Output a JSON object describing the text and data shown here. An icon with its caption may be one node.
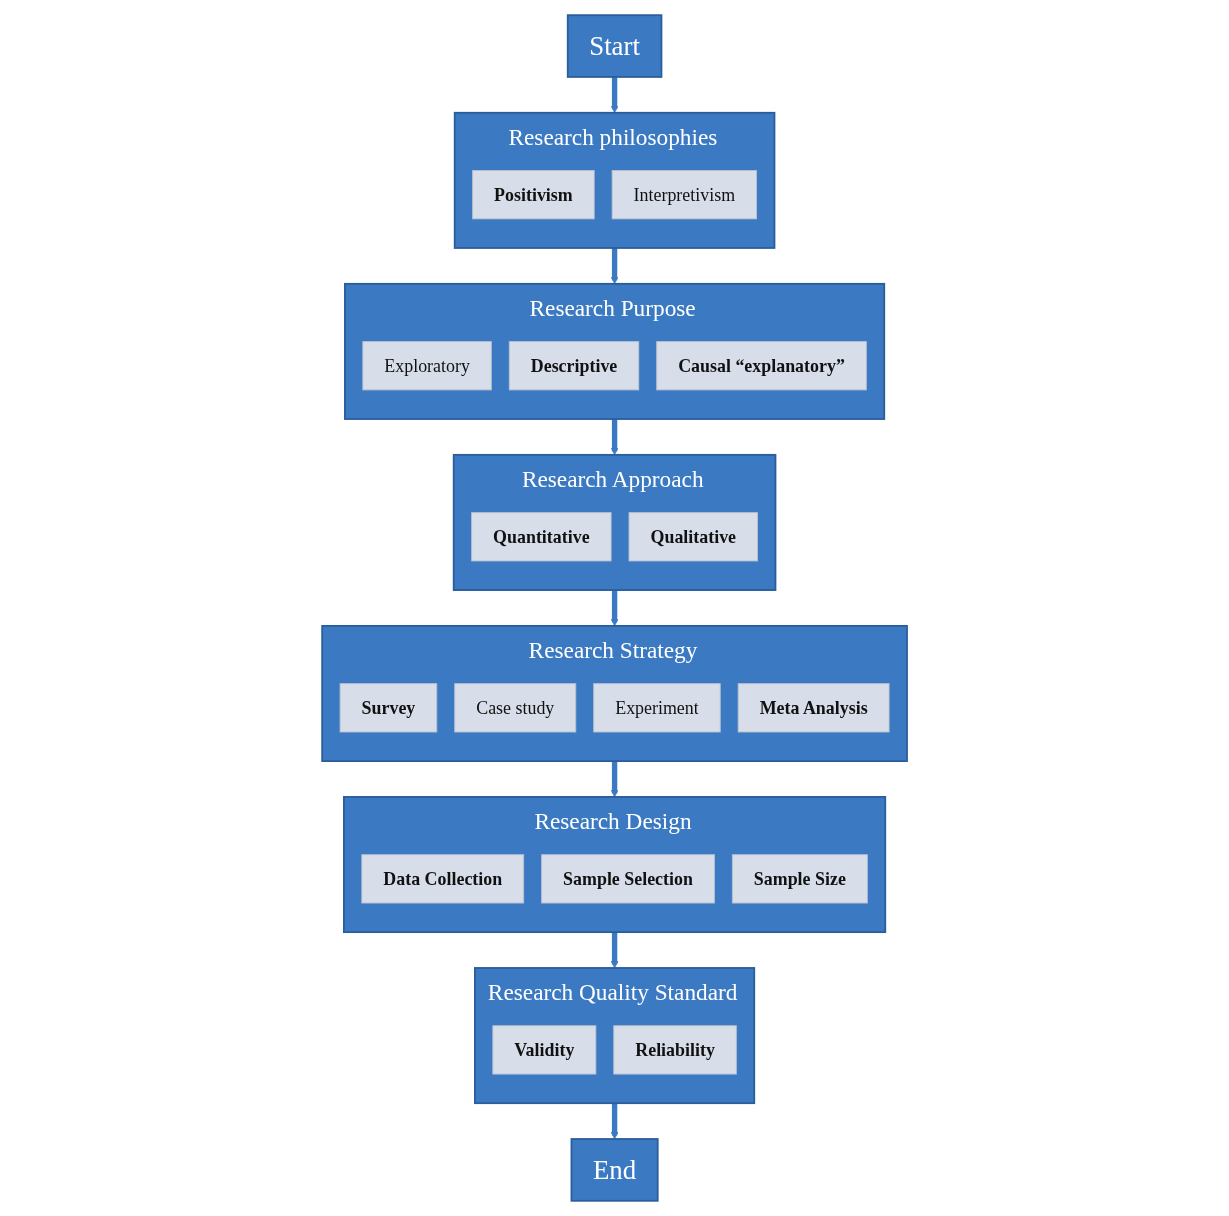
{
  "diagram": {
    "nodes": [
      {
        "text": [
          "Start"
        ]
      },
      {
        "text": [
          "Research philosophies"
        ]
      },
      {
        "text": [
          "Positivism"
        ],
        "in": 1
      },
      {
        "text": [
          "Interpretivism"
        ],
        "in": 1
      },
      {
        "text": [
          "Research Purpose"
        ]
      },
      {
        "text": [
          "Exploratory"
        ],
        "in": 4
      },
      {
        "text": [
          "Descriptive"
        ],
        "in": 4
      },
      {
        "text": [
          "Causal “explanatory”"
        ],
        "in": 4
      },
      {
        "text": [
          "Research Approach"
        ]
      },
      {
        "text": [
          "Quantitative"
        ],
        "in": 8
      },
      {
        "text": [
          "Qualitative"
        ],
        "in": 8
      },
      {
        "text": [
          "Research Strategy"
        ]
      },
      {
        "text": [
          "Survey"
        ],
        "in": 11
      },
      {
        "text": [
          "Case study"
        ],
        "in": 11
      },
      {
        "text": [
          "Experiment"
        ],
        "in": 11
      },
      {
        "text": [
          "Meta Analysis"
        ],
        "in": 11
      },
      {
        "text": [
          "Research Design"
        ]
      },
      {
        "text": [
          "Data Collection"
        ],
        "in": 16
      },
      {
        "text": [
          "Sample Selection"
        ],
        "in": 16
      },
      {
        "text": [
          "Sample Size"
        ],
        "in": 16
      },
      {
        "text": [
          "Research Quality Standard"
        ]
      },
      {
        "text": [
          "Validity"
        ],
        "in": 20
      },
      {
        "text": [
          "Reliability"
        ],
        "in": 20
      },
      {
        "text": [
          "End"
        ]
      }
    ],
    "edges": [
      {
        "from": 0,
        "to": 1,
        "arrow": "to"
      },
      {
        "from": 1,
        "to": 4,
        "arrow": "to"
      },
      {
        "from": 4,
        "to": 8,
        "arrow": "to"
      },
      {
        "from": 8,
        "to": 11,
        "arrow": "to"
      },
      {
        "from": 11,
        "to": 16,
        "arrow": "to"
      },
      {
        "from": 16,
        "to": 20,
        "arrow": "to"
      },
      {
        "from": 20,
        "to": 23,
        "arrow": "to"
      }
    ]
  }
}
